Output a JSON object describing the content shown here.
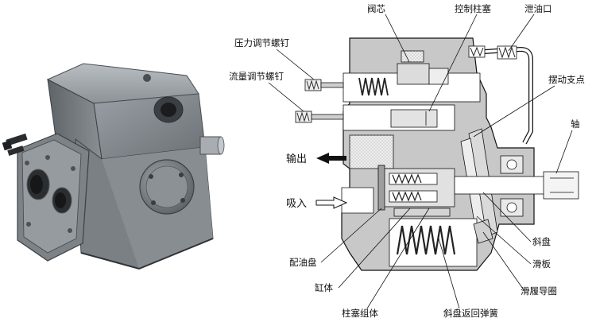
{
  "photo": {
    "colors": {
      "body": "#7e8388",
      "light": "#b3b8bd",
      "dark": "#3c4045",
      "black": "#1a1c1f"
    }
  },
  "diagram": {
    "colors": {
      "body": "#c9c9c9",
      "cavity": "#ffffff",
      "oil": "#e8e8e8",
      "line": "#111111",
      "spring": "#222222"
    },
    "labels": {
      "valve_core": "阀芯",
      "control_piston": "控制柱塞",
      "drain_port": "泄油口",
      "pressure_screw": "压力调节螺钉",
      "flow_screw": "流量调节螺钉",
      "pivot_point": "摆动支点",
      "shaft": "轴",
      "output": "输出",
      "suction": "吸入",
      "swash_plate": "斜盘",
      "slipper_plate": "滑板",
      "port_plate": "配油盘",
      "slipper_guide_ring": "滑履导圈",
      "cylinder": "缸体",
      "piston_assembly": "柱塞组体",
      "swash_return_spring": "斜盘返回弹簧"
    }
  }
}
